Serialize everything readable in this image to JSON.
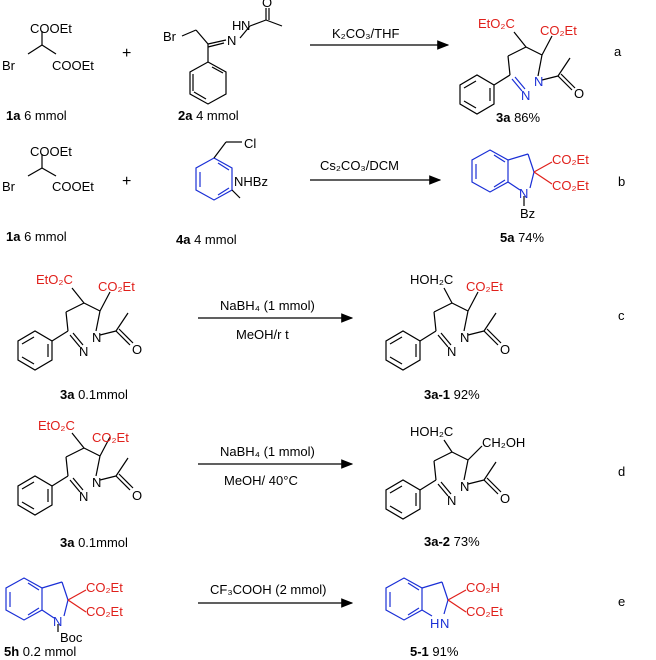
{
  "colors": {
    "black": "#000000",
    "red": "#e0201b",
    "blue": "#1a2fd6"
  },
  "reactions": {
    "a": {
      "letter": "a",
      "reagent_label": "K₂CO₃/THF",
      "reactant1_text": {
        "top": "COOEt",
        "left": "Br",
        "bottom": "COOEt"
      },
      "reactant1_name": "1a",
      "reactant1_amount": " 6 mmol",
      "plus": "+",
      "reactant2_text": {
        "br": "Br",
        "nh": "N",
        "h": "H",
        "n": "N",
        "o": "O"
      },
      "reactant2_name": "2a",
      "reactant2_amount": " 4 mmol",
      "product_text": {
        "ester1": "EtO₂C",
        "ester2": "CO₂Et",
        "n1": "N",
        "n2": "N",
        "o": "O"
      },
      "product_name": "3a",
      "product_yield": " 86%"
    },
    "b": {
      "letter": "b",
      "reagent_label": "Cs₂CO₃/DCM",
      "reactant1_text": {
        "top": "COOEt",
        "left": "Br",
        "bottom": "COOEt"
      },
      "reactant1_name": "1a",
      "reactant1_amount": " 6 mmol",
      "plus": "+",
      "reactant2_text": {
        "cl": "Cl",
        "nhbz": "NHBz"
      },
      "reactant2_name": "4a",
      "reactant2_amount": " 4 mmol",
      "product_text": {
        "ester1": "CO₂Et",
        "ester2": "CO₂Et",
        "n": "N",
        "bz": "Bz"
      },
      "product_name": "5a",
      "product_yield": " 74%"
    },
    "c": {
      "letter": "c",
      "reagent_label": "NaBH₄ (1 mmol)",
      "condition_label": "MeOH/r t",
      "reactant_text": {
        "ester1": "EtO₂C",
        "ester2": "CO₂Et",
        "n1": "N",
        "n2": "N",
        "o": "O"
      },
      "reactant_name": "3a",
      "reactant_amount": " 0.1mmol",
      "product_text": {
        "group1": "HOH₂C",
        "group2": "CO₂Et",
        "n1": "N",
        "n2": "N",
        "o": "O"
      },
      "product_name": "3a-1",
      "product_yield": " 92%"
    },
    "d": {
      "letter": "d",
      "reagent_label": "NaBH₄ (1 mmol)",
      "condition_label": "MeOH/ 40°C",
      "reactant_text": {
        "ester1": "EtO₂C",
        "ester2": "CO₂Et",
        "n1": "N",
        "n2": "N",
        "o": "O"
      },
      "reactant_name": "3a",
      "reactant_amount": " 0.1mmol",
      "product_text": {
        "group1": "HOH₂C",
        "group2": "CH₂OH",
        "n1": "N",
        "n2": "N",
        "o": "O"
      },
      "product_name": "3a-2",
      "product_yield": " 73%"
    },
    "e": {
      "letter": "e",
      "reagent_label": "CF₃COOH (2 mmol)",
      "reactant_text": {
        "ester1": "CO₂Et",
        "ester2": "CO₂Et",
        "n": "N",
        "boc": "Boc"
      },
      "reactant_name": "5h",
      "reactant_amount": " 0.2 mmol",
      "product_text": {
        "acid": "CO₂H",
        "ester": "CO₂Et",
        "nh": "N",
        "h": "H"
      },
      "product_name": "5-1",
      "product_yield": " 91%"
    }
  }
}
